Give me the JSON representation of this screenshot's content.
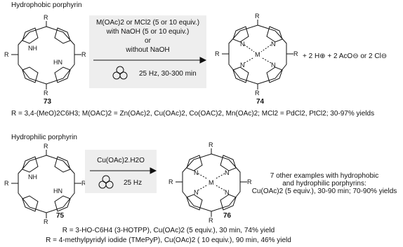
{
  "scheme1": {
    "heading": "Hydrophobic porphyrin",
    "reactant_label": "73",
    "product_label": "74",
    "conditions": {
      "line1": "M(OAc)2 or MCl2 (5 or 10 equiv.)",
      "line2": "with NaOH (5 or 10 equiv.)",
      "line3": "or",
      "line4": "without NaOH",
      "line5": "25 Hz, 30-300 min"
    },
    "byproducts": "+ 2 H⊕ + 2 AcO⊖ or 2 Cl⊖",
    "footnote": "R = 3,4-(MeO)2C6H3; M(OAC)2 = Zn(OAc)2, Cu(OAc)2, Co(OAC)2, Mn(OAc)2; MCl2 = PdCl2, PtCl2; 30-97% yields"
  },
  "scheme2": {
    "heading": "Hydrophilic porphyrin",
    "reactant_label": "75",
    "product_label": "76",
    "conditions": {
      "line1": "Cu(OAc)2.H2O",
      "line2": "25 Hz"
    },
    "note": {
      "line1": "7 other examples with hydrophobic",
      "line2": "and hydrophilic porphyrins:",
      "line3": "Cu(OAc)2 (5 equiv.), 30-90 min; 70-90% yields"
    },
    "footnote1": "R = 3-HO-C6H4 (3-HOTPP), Cu(OAc)2 (5 equiv.), 30 min, 74% yield",
    "footnote2": "R = 4-methylpyridyl iodide (TMePyP), Cu(OAc)2 ( 10 equiv.), 90 min, 46% yield"
  },
  "structure_labels": {
    "r": "R",
    "nh": "NH",
    "hn": "HN",
    "n": "N",
    "m": "M"
  }
}
